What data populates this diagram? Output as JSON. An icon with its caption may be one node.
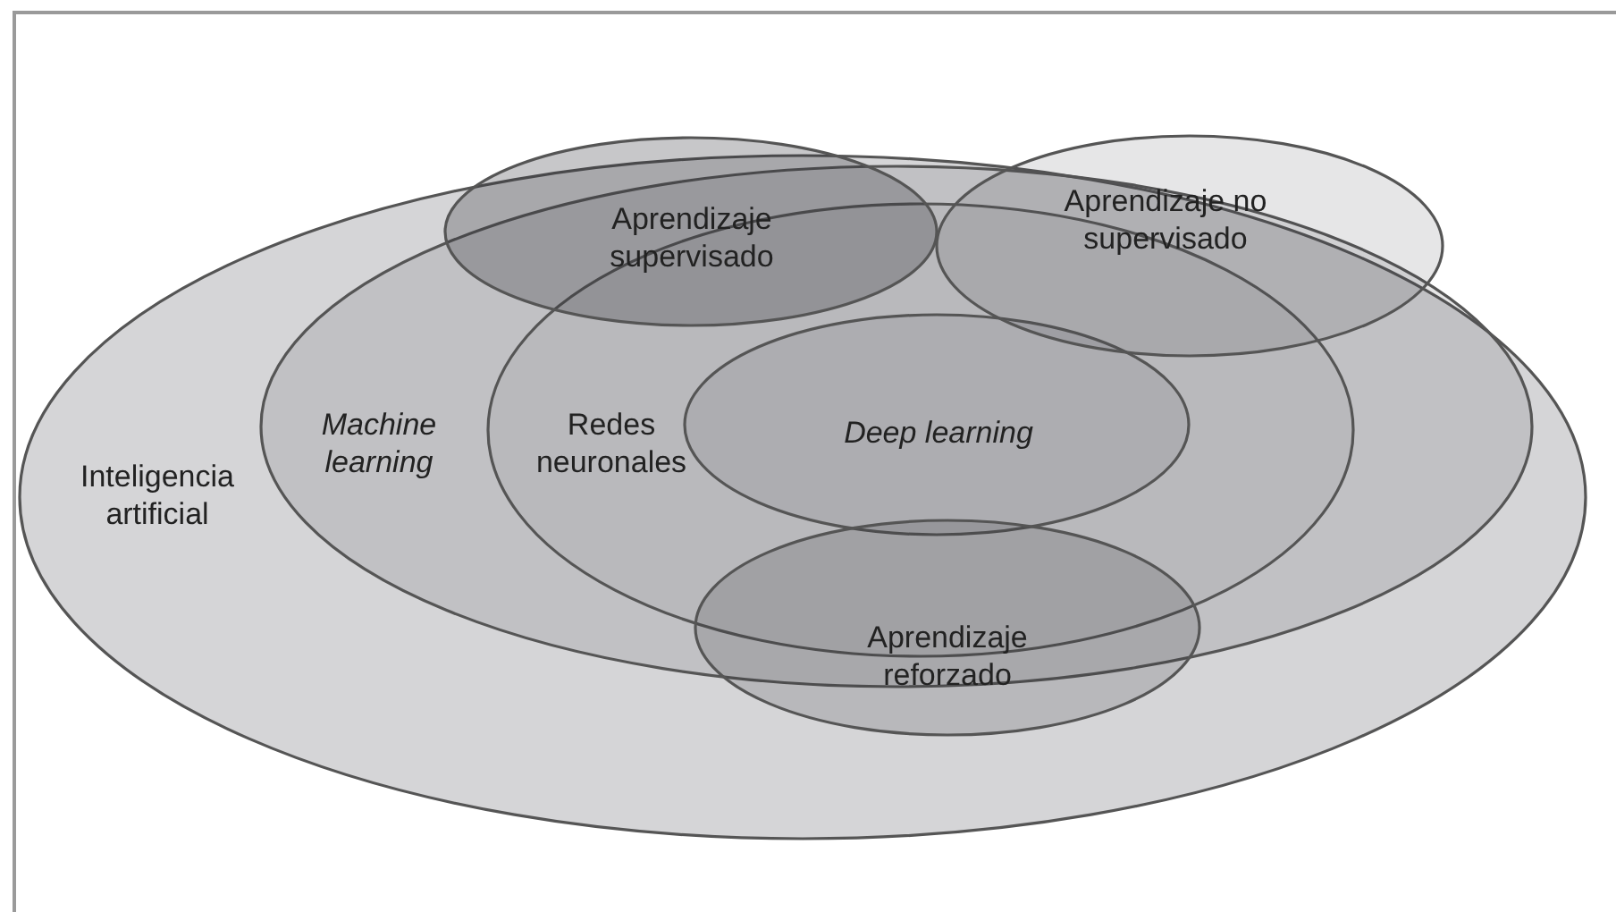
{
  "diagram": {
    "nodes": [
      {
        "text": [
          "Inteligencia artificial"
        ]
      },
      {
        "text": [
          "Machine learning"
        ],
        "in": 0
      },
      {
        "text": [
          "Aprendizaje supervisado"
        ]
      },
      {
        "text": [
          "Aprendizaje no supervisado"
        ]
      },
      {
        "text": [
          "Redes neuronales"
        ],
        "in": 1
      },
      {
        "text": [
          "Deep learning"
        ],
        "in": 4
      },
      {
        "text": [
          "Aprendizaje reforzado"
        ],
        "in": 0
      }
    ]
  }
}
